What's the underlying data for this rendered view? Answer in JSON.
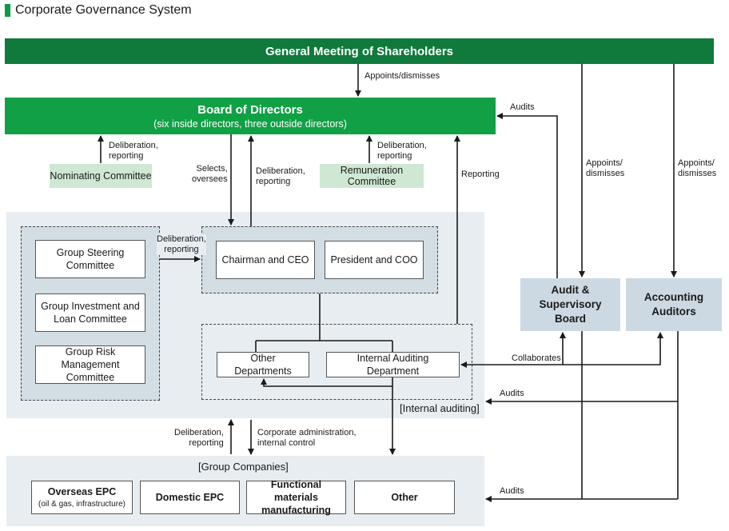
{
  "title": "Corporate Governance System",
  "general_meeting": "General Meeting of Shareholders",
  "board": {
    "title": "Board of Directors",
    "subtitle": "(six inside directors, three outside directors)"
  },
  "committees": {
    "nominating": "Nominating Committee",
    "remuneration": "Remuneration Committee"
  },
  "executive": {
    "chairman": "Chairman and CEO",
    "president": "President and COO"
  },
  "group_committees": {
    "steering": "Group Steering Committee",
    "investment": "Group Investment and Loan Committee",
    "risk": "Group Risk Management Committee"
  },
  "departments": {
    "other": "Other Departments",
    "internal_auditing": "Internal Auditing Department",
    "internal_auditing_label": "[Internal auditing]"
  },
  "audit_board": "Audit & Supervisory Board",
  "accounting_auditors": "Accounting Auditors",
  "group_companies": {
    "label": "[Group Companies]",
    "overseas_epc": "Overseas EPC",
    "overseas_epc_sub": "(oil & gas, infrastructure)",
    "domestic_epc": "Domestic EPC",
    "functional_materials": "Functional materials manufacturing",
    "other": "Other"
  },
  "labels": {
    "appoints_dismisses": "Appoints/dismisses",
    "appoints_dismisses_a": "Appoints/\ndismisses",
    "appoints_dismisses_b": "Appoints/\ndismisses",
    "audits_top": "Audits",
    "audits_mid": "Audits",
    "audits_bottom": "Audits",
    "delib_nom": "Deliberation,\nreporting",
    "delib_rem": "Deliberation,\nreporting",
    "selects": "Selects,\noversees",
    "delib_board": "Deliberation,\nreporting",
    "reporting": "Reporting",
    "delib_group": "Deliberation,\nreporting",
    "collaborates": "Collaborates",
    "delib_companies": "Deliberation,\nreporting",
    "corp_admin": "Corporate administration,\ninternal control"
  },
  "colors": {
    "dark_green": "#0f7a3c",
    "green": "#11a045",
    "light_green": "#cfe8d3",
    "panel": "#e7edf1",
    "audit_box": "#cdd9e2"
  }
}
